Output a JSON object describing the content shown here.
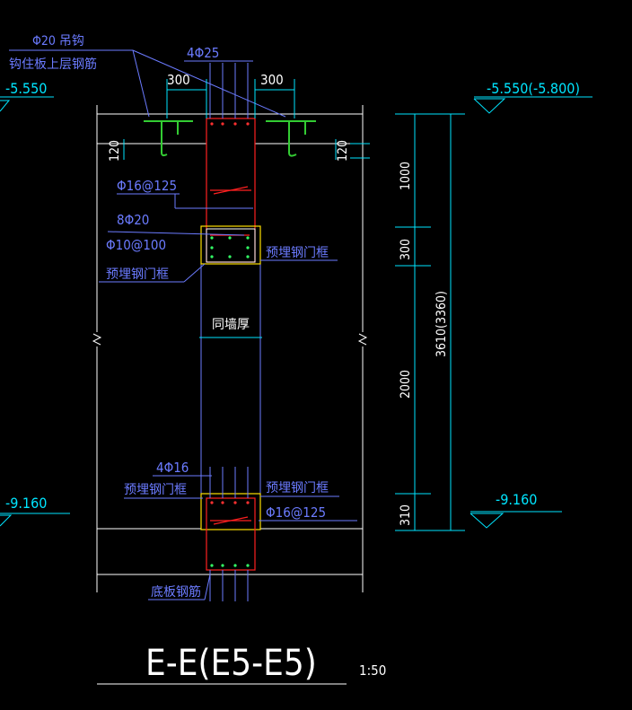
{
  "drawing": {
    "title": "E-E(E5-E5)",
    "scale": "1:50",
    "elevations": {
      "top_left": "-5.550",
      "top_right": "-5.550(-5.800)",
      "bottom_left": "-9.160",
      "bottom_right": "-9.160"
    },
    "labels": {
      "hook": "Φ20 吊钩",
      "hook_note": "钩住板上层钢筋",
      "top_bars": "4Φ25",
      "dim_300_left": "300",
      "dim_300_right": "300",
      "dim_120_left": "120",
      "dim_120_right": "120",
      "stirrup_upper": "Φ16@125",
      "bars_8": "8Φ20",
      "stirrup_10": "Φ10@100",
      "embed_frame_right_upper": "预埋钢门框",
      "embed_frame_left_upper": "预埋钢门框",
      "same_wall": "同墙厚",
      "bottom_bars": "4Φ16",
      "embed_frame_left_lower": "预埋钢门框",
      "embed_frame_right_lower": "预埋钢门框",
      "stirrup_lower": "Φ16@125",
      "slab_bars": "底板钢筋"
    },
    "dims_vertical": {
      "d1000": "1000",
      "d300": "300",
      "d2000": "2000",
      "d310": "310",
      "total": "3610(3360)"
    }
  }
}
